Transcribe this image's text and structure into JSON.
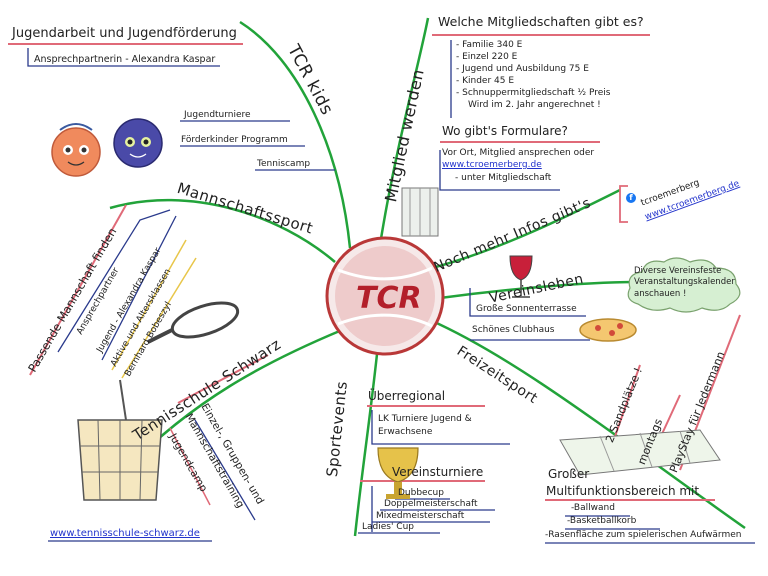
{
  "center": {
    "logo": "TCR"
  },
  "branches": {
    "tcr_kids": {
      "label": "TCR kids",
      "jugend": {
        "title": "Jugendarbeit und Jugendförderung",
        "contact": "Ansprechpartnerin - Alexandra Kaspar"
      },
      "items": [
        "Jugendturniere",
        "Förderkinder Programm",
        "Tenniscamp"
      ]
    },
    "mitglied": {
      "label": "Mitglied werden",
      "memberships": {
        "title": "Welche Mitgliedschaften gibt es?",
        "items": [
          "- Familie  340 E",
          "- Einzel  220 E",
          "- Jugend und Ausbildung  75 E",
          "- Kinder  45 E",
          "- Schnuppermitgliedschaft    ½ Preis",
          "Wird im 2. Jahr angerechnet !"
        ]
      },
      "forms": {
        "title": "Wo gibt's Formulare?",
        "line1": "Vor Ort, Mitglied ansprechen oder",
        "link": "www.tcroemerberg.de",
        "line2": "- unter Mitgliedschaft"
      }
    },
    "infos": {
      "label": "Noch mehr Infos gibt's",
      "facebook": "tcroemerberg",
      "link": "www.tcroemerberg.de"
    },
    "vereinsleben": {
      "label": "Vereinsleben",
      "items": [
        "Große Sonnenterrasse",
        "Schönes Clubhaus"
      ],
      "cloud": [
        "Diverse Vereinsfeste",
        "Veranstaltungskalender",
        "anschauen !"
      ]
    },
    "freizeit": {
      "label": "Freizeitsport",
      "bars": [
        "2 Sandplätze !",
        "montags",
        "PlayStay für Jedermann"
      ],
      "area": {
        "title1": "Großer",
        "title2": "Multifunktionsbereich mit",
        "items": [
          "-Ballwand",
          "-Basketballkorb",
          "-Rasenfläche zum spielerischen Aufwärmen"
        ]
      }
    },
    "sportevents": {
      "label": "Sportevents",
      "regional": {
        "title": "Überregional",
        "items": [
          "LK Turniere Jugend &",
          "Erwachsene"
        ]
      },
      "verein": {
        "title": "Vereinsturniere",
        "items": [
          "Dubbecup",
          "Doppelmeisterschaft",
          "Mixedmeisterschaft",
          "Ladies' Cup"
        ]
      }
    },
    "tennisschule": {
      "label": "Tennisschule Schwarz",
      "items": [
        "Einzel-, Gruppen- und",
        "Mannschaftstraining",
        "Jugendcamp"
      ],
      "link": "www.tennisschule-schwarz.de"
    },
    "mannschaft": {
      "label": "Mannschaftssport",
      "finder": {
        "title": "Passende Mannschaft finden",
        "items": [
          "Ansprechpartner",
          "Jugend - Alexandra Kaspar",
          "Aktive und Altersklassen",
          "Bernhard Bobeszyl"
        ]
      }
    }
  },
  "colors": {
    "branch": "#22a33a",
    "underline_red": "#e06a78",
    "underline_blue": "#2a3a8c",
    "accent_yellow": "#e8c64a"
  }
}
